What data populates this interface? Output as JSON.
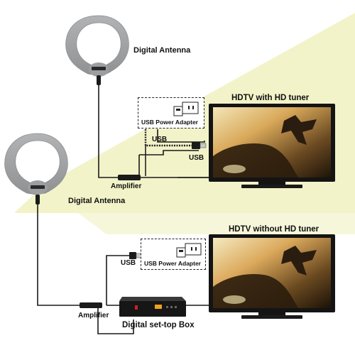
{
  "labels": {
    "antenna_top": "Digital Antenna",
    "antenna_bottom": "Digital Antenna",
    "tv_top_title": "HDTV with HD tuner",
    "tv_bottom_title": "HDTV without HD tuner",
    "adapter_top": "USB Power Adapter",
    "adapter_bottom": "USB Power Adapter",
    "usb_top_a": "USB",
    "usb_top_b": "USB",
    "usb_bottom": "USB",
    "amplifier_top": "Amplifier",
    "amplifier_bottom": "Amplifier",
    "set_top_box": "Digital set-top Box"
  },
  "colors": {
    "background": "#ffffff",
    "yellow_band": "#f2f3c8",
    "antenna_gray": "#a3a5a7",
    "tv_frame": "#141414",
    "cable": "#1a1a1a"
  },
  "icons": {
    "antenna": "ring-antenna-icon",
    "adapter": "power-plug-icon",
    "tv": "hdtv-icon",
    "set_top_box": "set-top-box-icon",
    "amplifier": "inline-amplifier-icon"
  }
}
